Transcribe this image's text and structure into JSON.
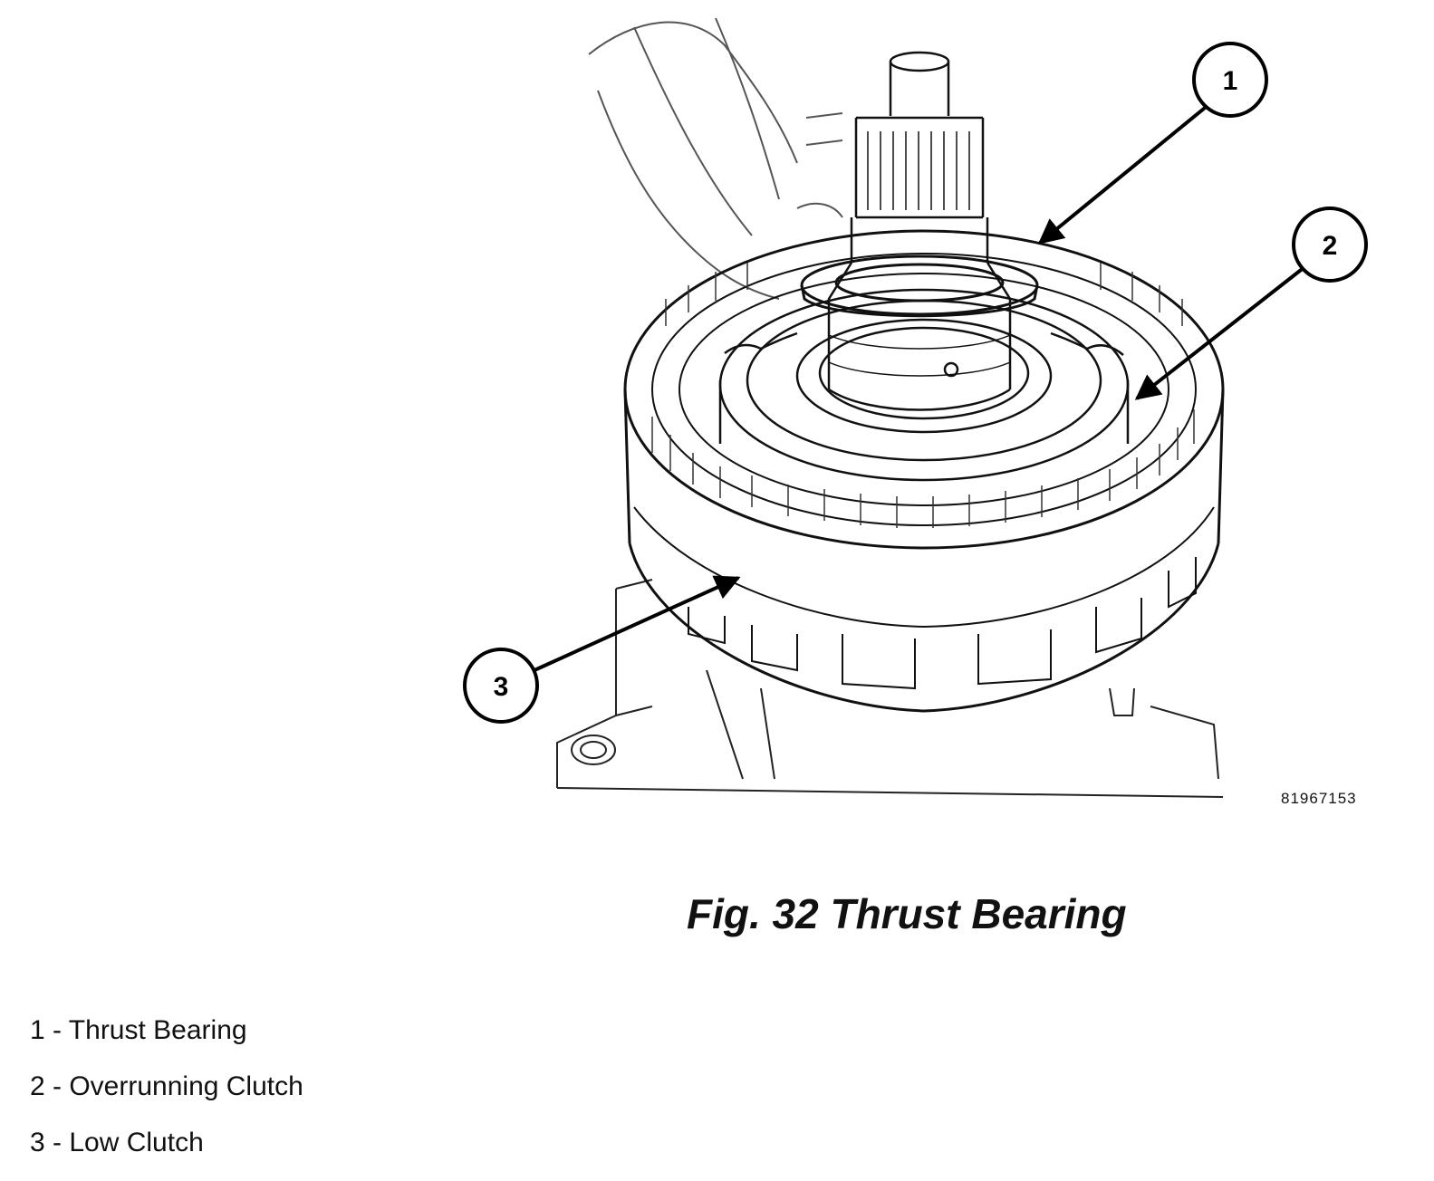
{
  "callouts": [
    "1",
    "2",
    "3"
  ],
  "figure_id": "81967153",
  "caption": "Fig. 32 Thrust Bearing",
  "legend": [
    "1 - Thrust Bearing",
    "2 - Overrunning Clutch",
    "3 - Low Clutch"
  ]
}
